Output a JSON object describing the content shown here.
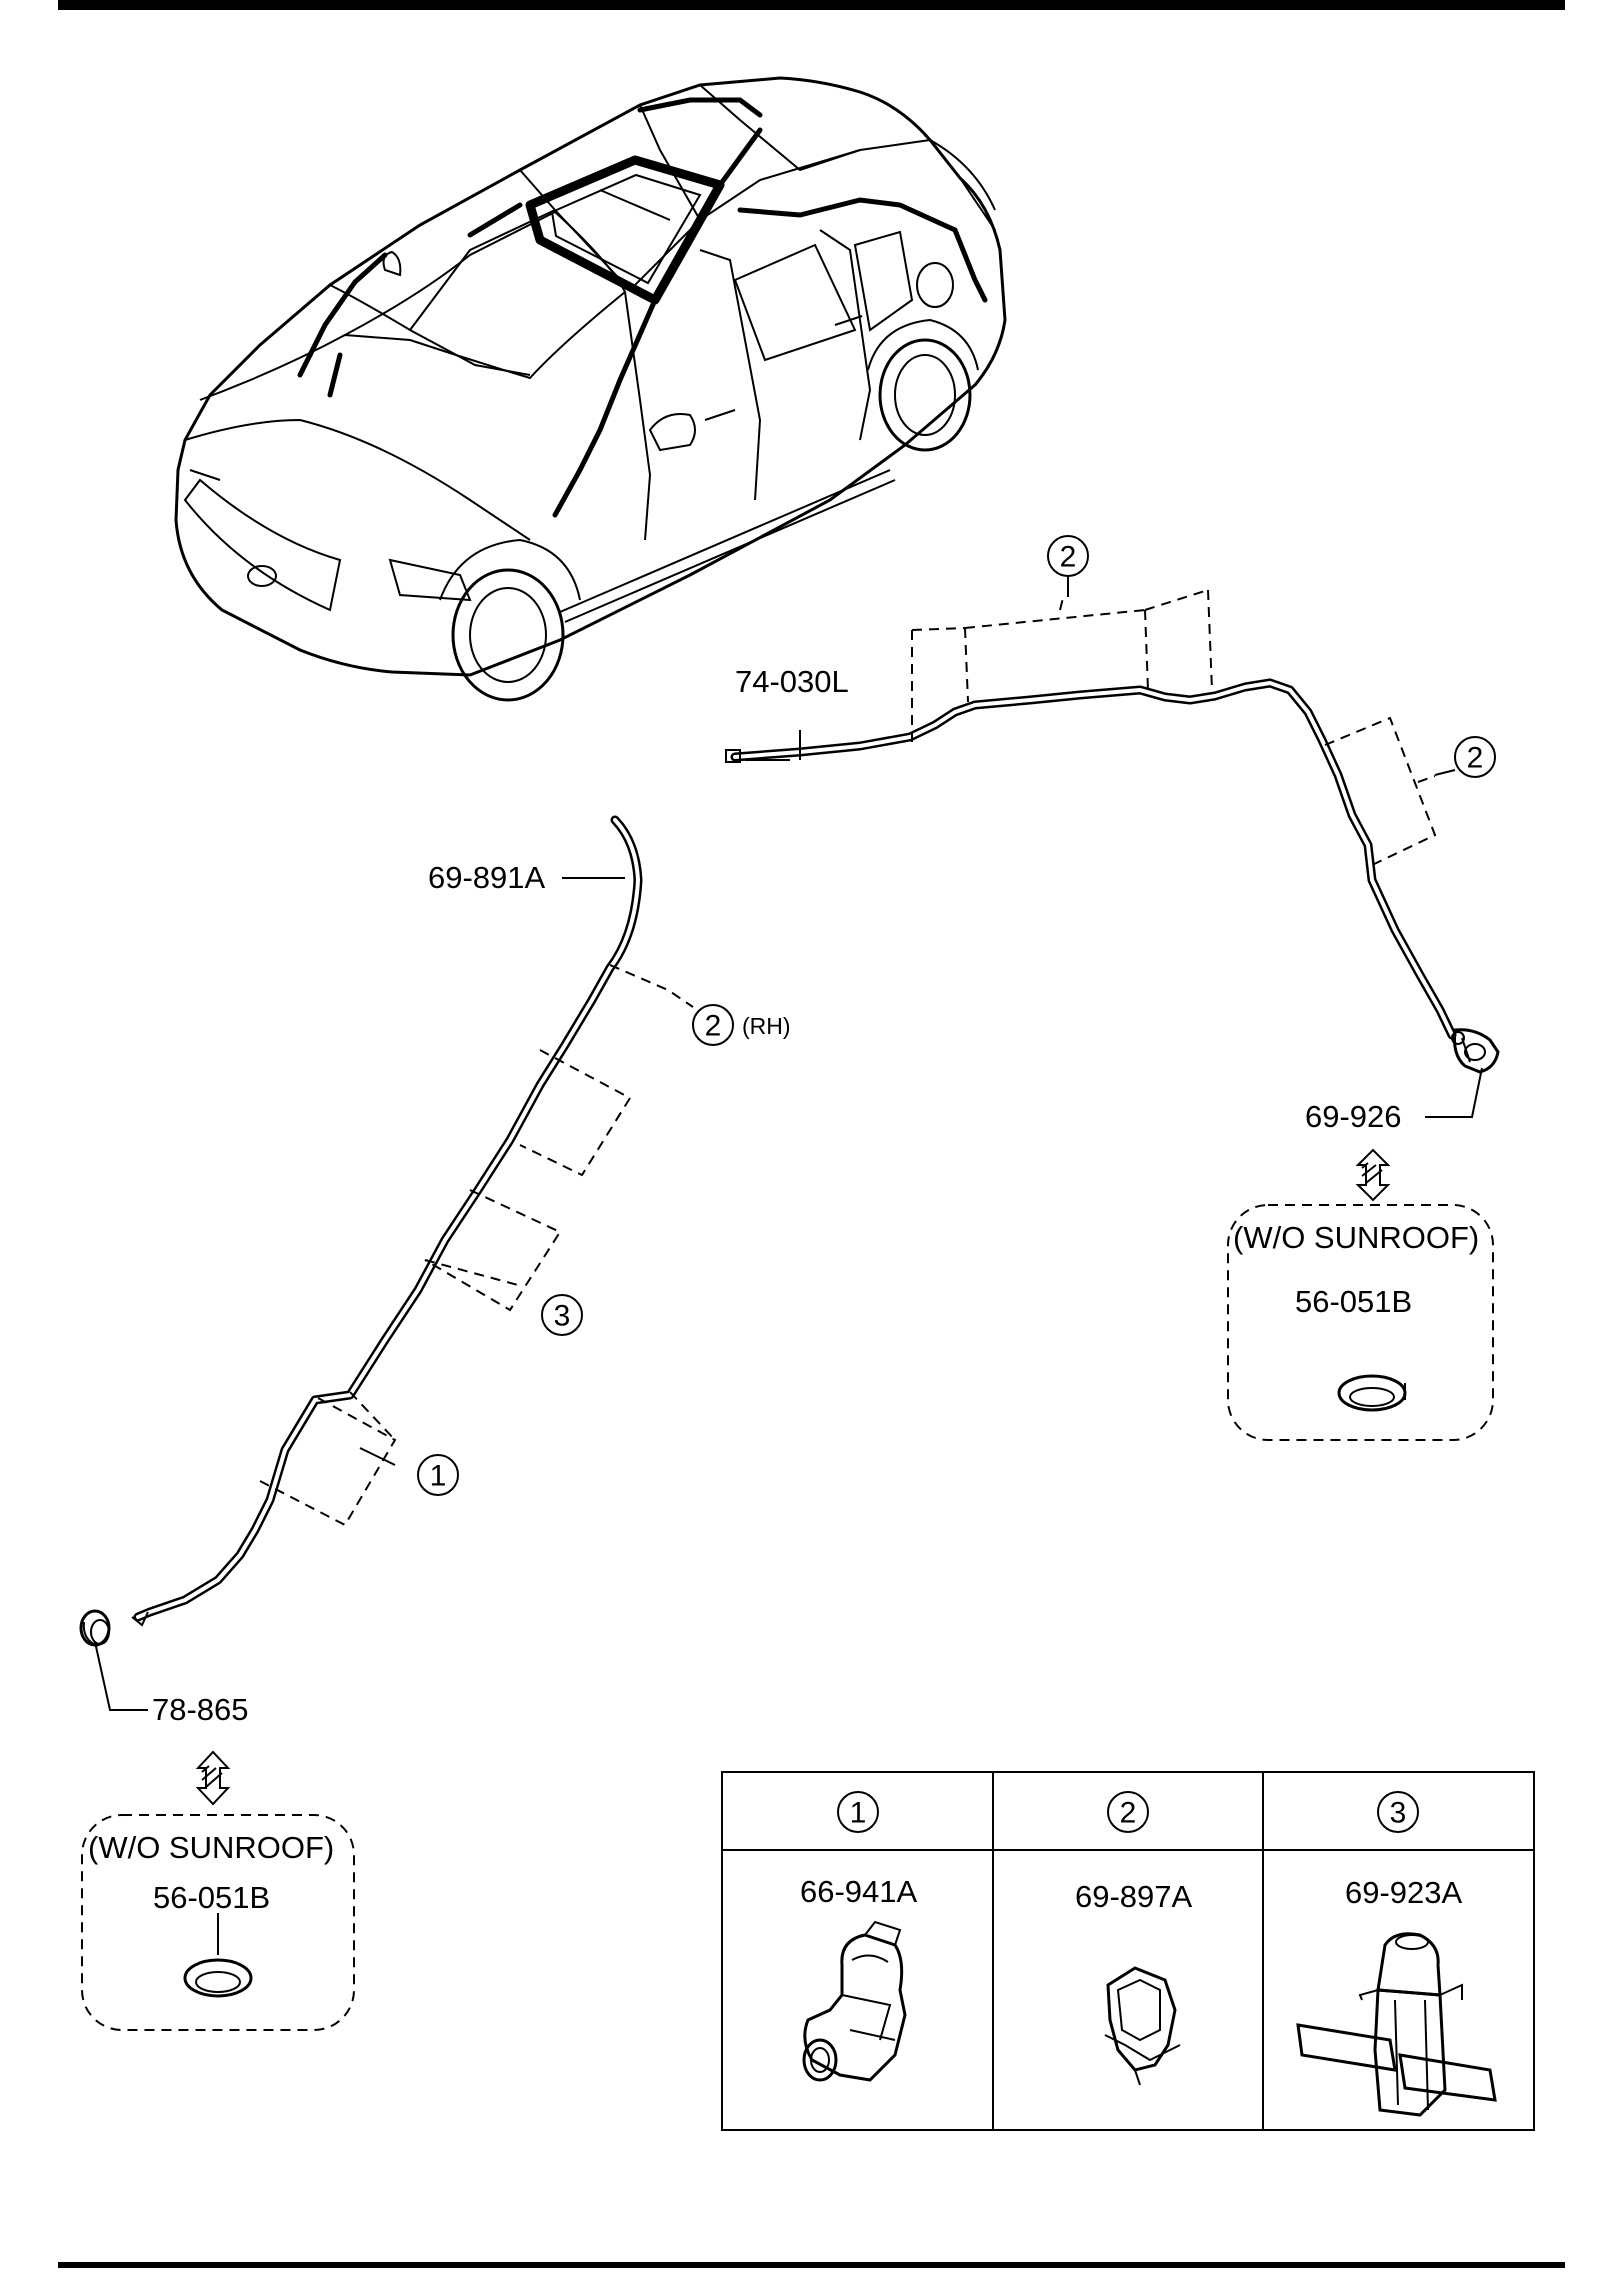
{
  "parts": {
    "drain_front_right": "74-030L",
    "drain_front_left": "69-891A",
    "grommet_rear": "69-926",
    "grommet_front": "78-865",
    "plug_left": "56-051B",
    "plug_right": "56-051B"
  },
  "notes": {
    "wo_sunroof_left": "(W/O SUNROOF)",
    "wo_sunroof_right": "(W/O SUNROOF)",
    "rh": "(RH)"
  },
  "callouts": {
    "c1": "1",
    "c2_left": "2",
    "c2_top": "2",
    "c2_right": "2",
    "c3": "3"
  },
  "legend": {
    "headers": [
      "1",
      "2",
      "3"
    ],
    "parts": [
      "66-941A",
      "69-897A",
      "69-923A"
    ]
  }
}
